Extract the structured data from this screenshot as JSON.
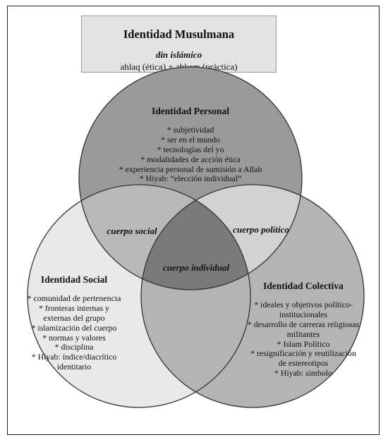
{
  "title_box": {
    "title": "Identidad Musulmana",
    "subtitle": "din islámico",
    "formula": "ahlaq (ética) + ahkam (práctica)"
  },
  "circles": {
    "personal": {
      "heading": "Identidad Personal",
      "items": [
        "* subjetividad",
        "* ser en el mundo",
        "* tecnologías del yo",
        "* modalidades de acción ética",
        "* experiencia personal de sumisión a Allah",
        "* Hiyab: “elección individual”"
      ]
    },
    "social": {
      "heading": "Identidad Social",
      "items": [
        "* comunidad de pertenencia",
        "* fronteras internas y",
        "externas del grupo",
        "* islamización del cuerpo",
        "* normas y valores",
        "* disciplina",
        "* Hiyab: índice/diacrítico",
        "identitario"
      ]
    },
    "colectiva": {
      "heading": "Identidad Colectiva",
      "items": [
        "* ideales y objetivos político-",
        "institucionales",
        "* desarrollo de carreras religiosas",
        "militantes",
        "* Islam Político",
        "* resignificación y reutilización",
        "de estereotipos",
        "* Hiyab: símbolo"
      ]
    }
  },
  "intersections": {
    "social_personal": "cuerpo social",
    "personal_colectiva": "cuerpo político",
    "center": "cuerpo individual"
  },
  "colors": {
    "personal_fill": "#9a9a9a",
    "social_fill": "#e9e9e9",
    "colectiva_fill": "#b4b4b4",
    "overlap_social_personal": "#b9b9b9",
    "overlap_personal_colectiva": "#d2d2d2",
    "center_fill": "#7a7a7a"
  }
}
